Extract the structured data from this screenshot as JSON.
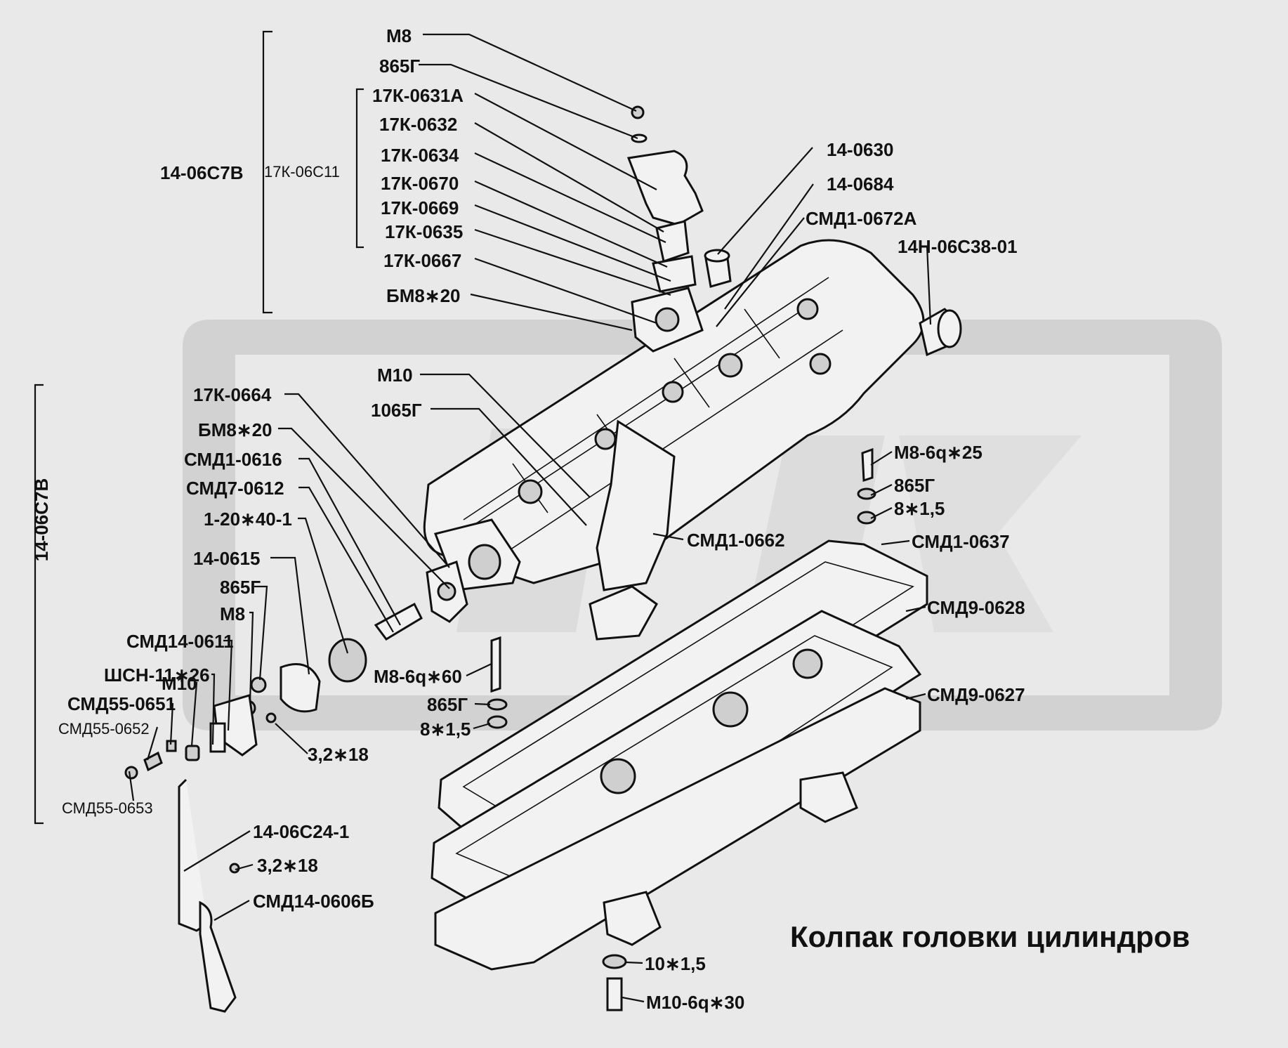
{
  "title": "Колпак головки цилиндров",
  "groups": {
    "top_outer": "14-06С7В",
    "top_inner": "17К-06С11",
    "left_vertical": "14-06С7В"
  },
  "labels": {
    "m8_top": "М8",
    "g865_top": "865Г",
    "p17k0631a": "17К-0631А",
    "p17k0632": "17К-0632",
    "p17k0634": "17К-0634",
    "p17k0670": "17К-0670",
    "p17k0669": "17К-0669",
    "p17k0635": "17К-0635",
    "p17k0667": "17К-0667",
    "bm8x20_top": "БМ8∗20",
    "p140630": "14-0630",
    "p140684": "14-0684",
    "smd10672a": "СМД1-0672А",
    "p14n06s3801": "14Н-06С38-01",
    "m10_mid": "М10",
    "g1065": "1065Г",
    "p17k0664": "17К-0664",
    "bm8x20_left": "БМ8∗20",
    "smd10616": "СМД1-0616",
    "smd70612": "СМД7-0612",
    "p1_20x40_1": "1-20∗40-1",
    "p140615": "14-0615",
    "g865_left": "865Г",
    "m8_left": "М8",
    "smd140611": "СМД14-0611",
    "shsn11x26": "ШСН-11∗26",
    "m10_left": "М10",
    "smd550651": "СМД55-0651",
    "smd550652": "СМД55-0652",
    "smd550653": "СМД55-0653",
    "p32x18_a": "3,2∗18",
    "p1406s241": "14-06С24-1",
    "p32x18_b": "3,2∗18",
    "smd140606b": "СМД14-0606Б",
    "m8_6q25": "М8-6q∗25",
    "g865_right": "865Г",
    "w8x15_right": "8∗1,5",
    "smd10662": "СМД1-0662",
    "smd10637": "СМД1-0637",
    "smd90628": "СМД9-0628",
    "smd90627": "СМД9-0627",
    "m8_6q60": "М8-6q∗60",
    "g865_mid": "865Г",
    "w8x15_mid": "8∗1,5",
    "w10x15": "10∗1,5",
    "m10_6q30": "М10-6q∗30"
  }
}
